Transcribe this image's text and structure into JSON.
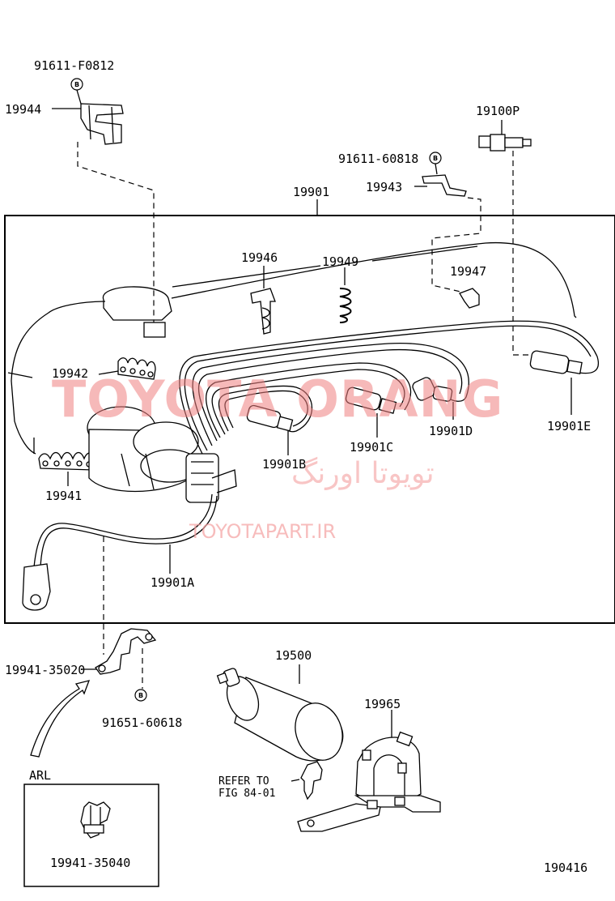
{
  "labels": {
    "p91611_F0812": "91611-F0812",
    "p19944": "19944",
    "p19100P": "19100P",
    "p91611_60818": "91611-60818",
    "p19943": "19943",
    "p19901": "19901",
    "p19946": "19946",
    "p19949": "19949",
    "p19947": "19947",
    "p19942": "19942",
    "p19901E": "19901E",
    "p19901D": "19901D",
    "p19901C": "19901C",
    "p19901B": "19901B",
    "p19941": "19941",
    "p19901A": "19901A",
    "p19941_35020": "19941-35020",
    "p91651_60618": "91651-60618",
    "p19500": "19500",
    "p19965": "19965",
    "refer_line1": "REFER TO",
    "refer_line2": "FIG 84-01",
    "arl": "ARL",
    "p19941_35040": "19941-35040",
    "fig_number": "190416"
  },
  "bolt_mark": "B",
  "watermark": {
    "brand": "TOYOTA ORANG",
    "persian": "تویوتا اورنگ",
    "url": "TOYOTAPART.IR"
  }
}
